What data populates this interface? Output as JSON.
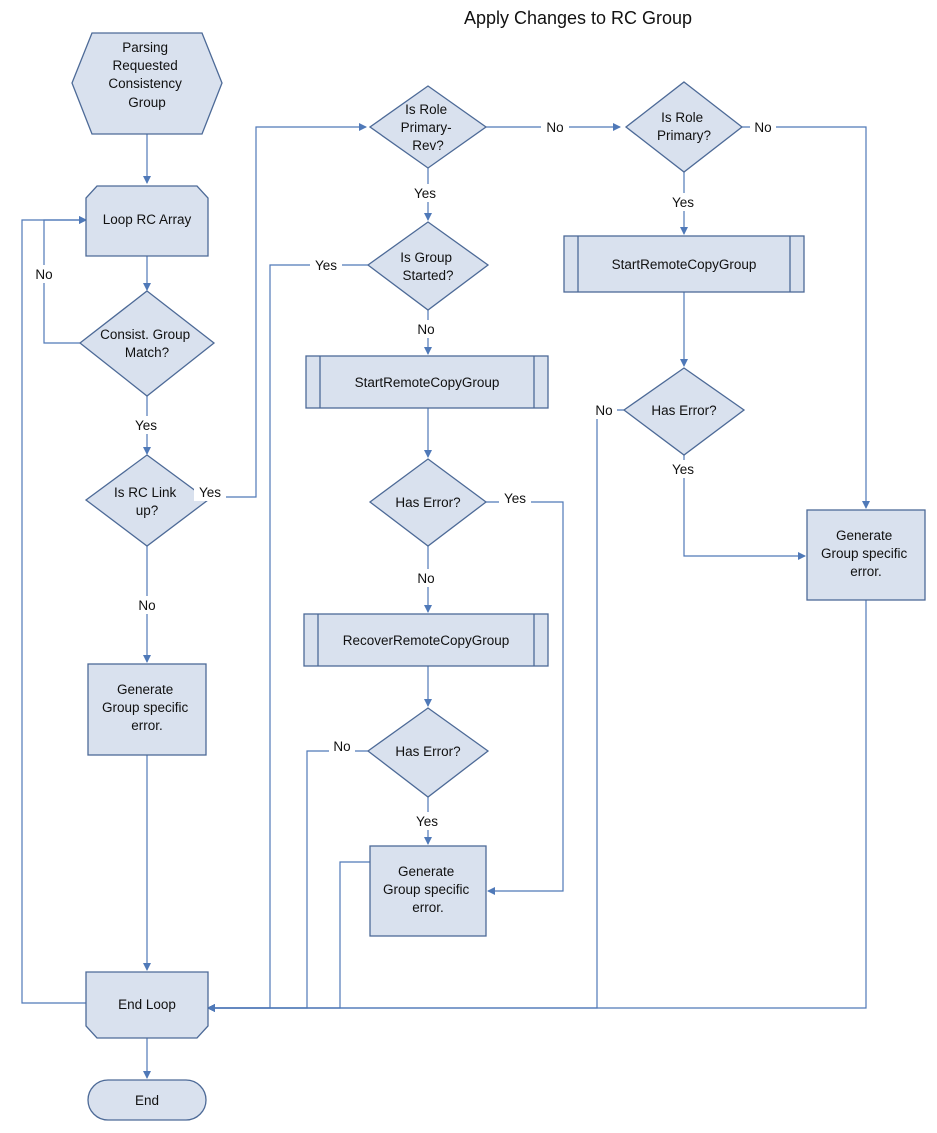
{
  "title": "Apply Changes to RC Group",
  "nodes": {
    "parse": [
      "Parsing",
      "Requested",
      "Consistency",
      "Group"
    ],
    "loop": [
      "Loop RC Array"
    ],
    "match": [
      "Consist. Group",
      "Match?"
    ],
    "link": [
      "Is RC Link",
      "up?"
    ],
    "err_a": [
      "Generate",
      "Group specific",
      "error."
    ],
    "endloop": [
      "End Loop"
    ],
    "end": [
      "End"
    ],
    "role_rev": [
      "Is Role",
      "Primary-",
      "Rev?"
    ],
    "started": [
      "Is Group",
      "Started?"
    ],
    "start_a": [
      "StartRemoteCopyGroup"
    ],
    "has_err_1": [
      "Has Error?"
    ],
    "recover": [
      "RecoverRemoteCopyGroup"
    ],
    "has_err_2": [
      "Has Error?"
    ],
    "err_b": [
      "Generate",
      "Group specific",
      "error."
    ],
    "role_pri": [
      "Is Role",
      "Primary?"
    ],
    "start_b": [
      "StartRemoteCopyGroup"
    ],
    "has_err_3": [
      "Has Error?"
    ],
    "err_c": [
      "Generate",
      "Group specific",
      "error."
    ]
  },
  "labels": {
    "no_match": "No",
    "yes_match": "Yes",
    "yes_link": "Yes",
    "no_link": "No",
    "no_rolerev": "No",
    "yes_rolerev": "Yes",
    "yes_started": "Yes",
    "no_started": "No",
    "yes_err1": "Yes",
    "no_err1": "No",
    "no_err2": "No",
    "yes_err2": "Yes",
    "no_rolepri": "No",
    "yes_rolepri": "Yes",
    "no_err3": "No",
    "yes_err3": "Yes"
  }
}
